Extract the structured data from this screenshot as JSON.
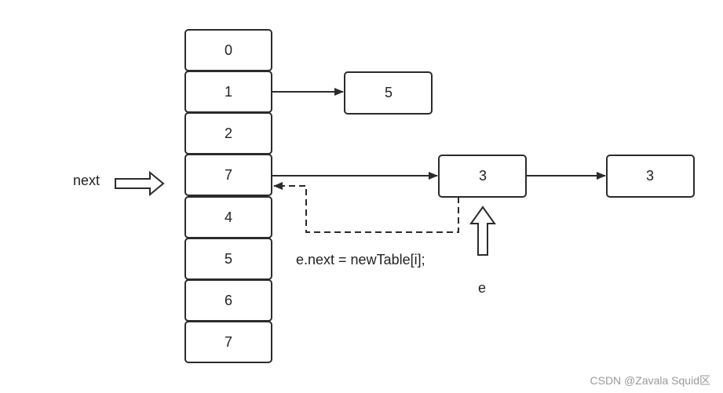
{
  "array_cells": [
    "0",
    "1",
    "2",
    "7",
    "4",
    "5",
    "6",
    "7"
  ],
  "nodes": {
    "node_five": "5",
    "node_three_first": "3",
    "node_three_second": "3"
  },
  "labels": {
    "next_pointer": "next",
    "code": "e.next = newTable[i];",
    "entry_pointer": "e"
  },
  "watermark": "CSDN @Zavala Squid区",
  "colors": {
    "stroke": "#2b2b2b",
    "text": "#222222",
    "watermark": "#9a9a9a"
  }
}
